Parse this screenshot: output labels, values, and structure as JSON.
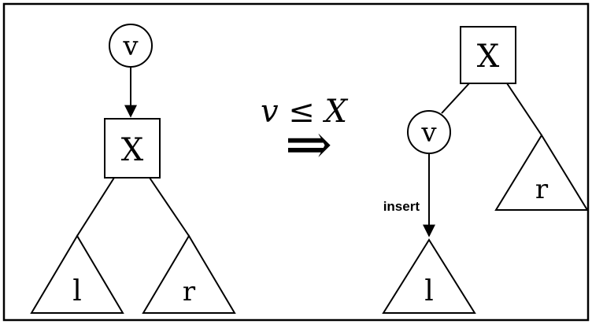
{
  "colors": {
    "stroke": "#000000",
    "background": "#ffffff"
  },
  "left_tree": {
    "inserted_node_label": "v",
    "root_label": "X",
    "left_subtree_label": "l",
    "right_subtree_label": "r"
  },
  "transition": {
    "condition_text": "v ≤ X",
    "arrow_glyph": "⇒"
  },
  "right_tree": {
    "root_label": "X",
    "inserted_node_label": "v",
    "right_subtree_label": "r",
    "left_subtree_label": "l",
    "insert_label": "insert"
  }
}
